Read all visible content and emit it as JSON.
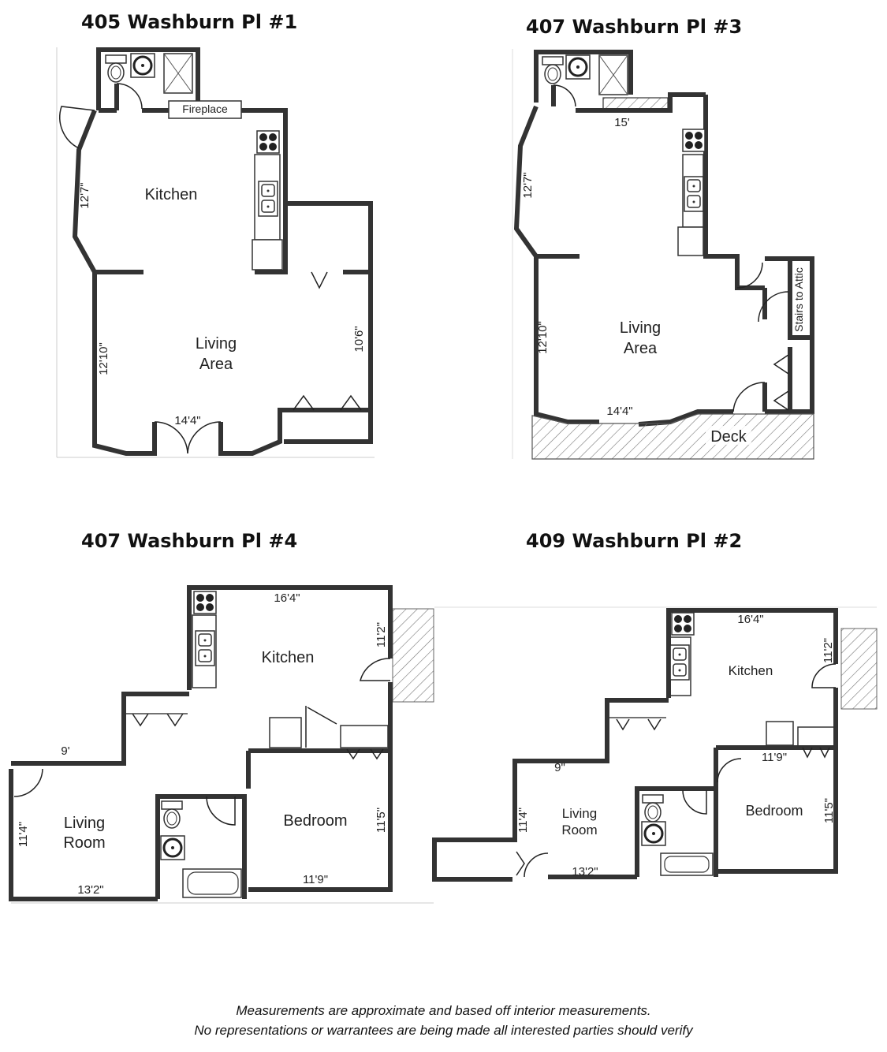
{
  "plans": [
    {
      "title": "405 Washburn Pl #1",
      "rooms": [
        "Kitchen",
        "Living",
        "Area"
      ],
      "labels": [
        "Fireplace"
      ],
      "dimensions": [
        "12'7\"",
        "12'10\"",
        "10'6\"",
        "14'4\""
      ]
    },
    {
      "title": "407 Washburn Pl #3",
      "rooms": [
        "Living",
        "Area"
      ],
      "labels": [
        "Stairs to Attic",
        "Deck"
      ],
      "dimensions": [
        "15'",
        "12'7\"",
        "12'10\"",
        "14'4\""
      ]
    },
    {
      "title": "407 Washburn Pl #4",
      "rooms": [
        "Kitchen",
        "Living",
        "Room",
        "Bedroom"
      ],
      "dimensions": [
        "16'4\"",
        "11'2\"",
        "9'",
        "11'4\"",
        "11'5\"",
        "13'2\"",
        "11'9\""
      ]
    },
    {
      "title": "409 Washburn Pl #2",
      "rooms": [
        "Kitchen",
        "Living",
        "Room",
        "Bedroom"
      ],
      "dimensions": [
        "16'4\"",
        "11'2\"",
        "9\"",
        "11'9\"",
        "11'4\"",
        "11'5\"",
        "13'2\""
      ]
    }
  ],
  "footer": {
    "line1": "Measurements are approximate and based off interior measurements.",
    "line2": "No representations or warrantees are being made all interested parties should verify"
  }
}
